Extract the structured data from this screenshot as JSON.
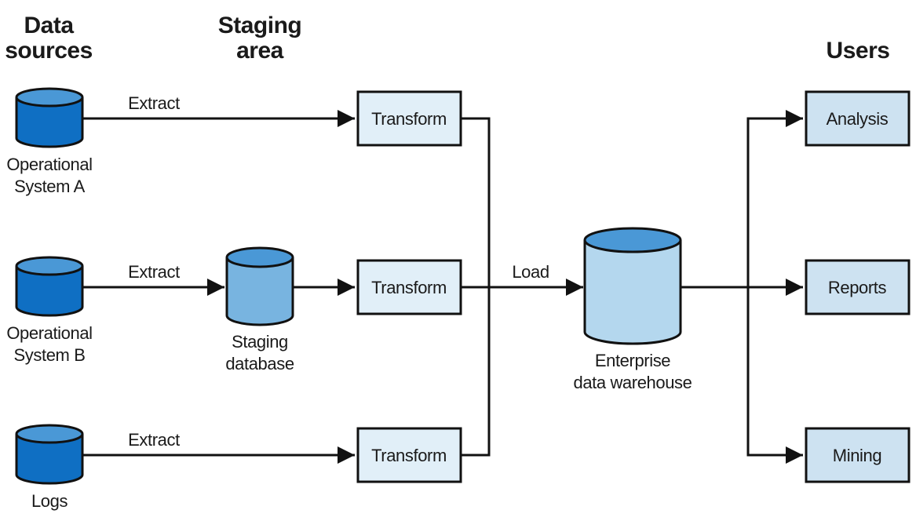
{
  "headings": {
    "sources": [
      "Data",
      "sources"
    ],
    "staging": [
      "Staging",
      "area"
    ],
    "users": [
      "Users"
    ]
  },
  "sources": [
    {
      "name": "Operational System A",
      "lines": [
        "Operational",
        "System A"
      ]
    },
    {
      "name": "Operational System B",
      "lines": [
        "Operational",
        "System B"
      ]
    },
    {
      "name": "Logs",
      "lines": [
        "Logs"
      ]
    }
  ],
  "edge_labels": {
    "extract": "Extract",
    "load": "Load"
  },
  "staging_db": {
    "lines": [
      "Staging",
      "database"
    ]
  },
  "transform_label": "Transform",
  "warehouse": {
    "lines": [
      "Enterprise",
      "data warehouse"
    ]
  },
  "users": [
    "Analysis",
    "Reports",
    "Mining"
  ],
  "colors": {
    "source_db_body": "#0f6fc3",
    "source_db_top": "#4a98d6",
    "staging_db_body": "#78b4e0",
    "staging_db_top": "#4a98d6",
    "warehouse_body": "#b4d7ee",
    "warehouse_top": "#4a98d6",
    "transform_box": "#e1eff8",
    "user_box": "#cde2f1",
    "stroke": "#111111"
  }
}
